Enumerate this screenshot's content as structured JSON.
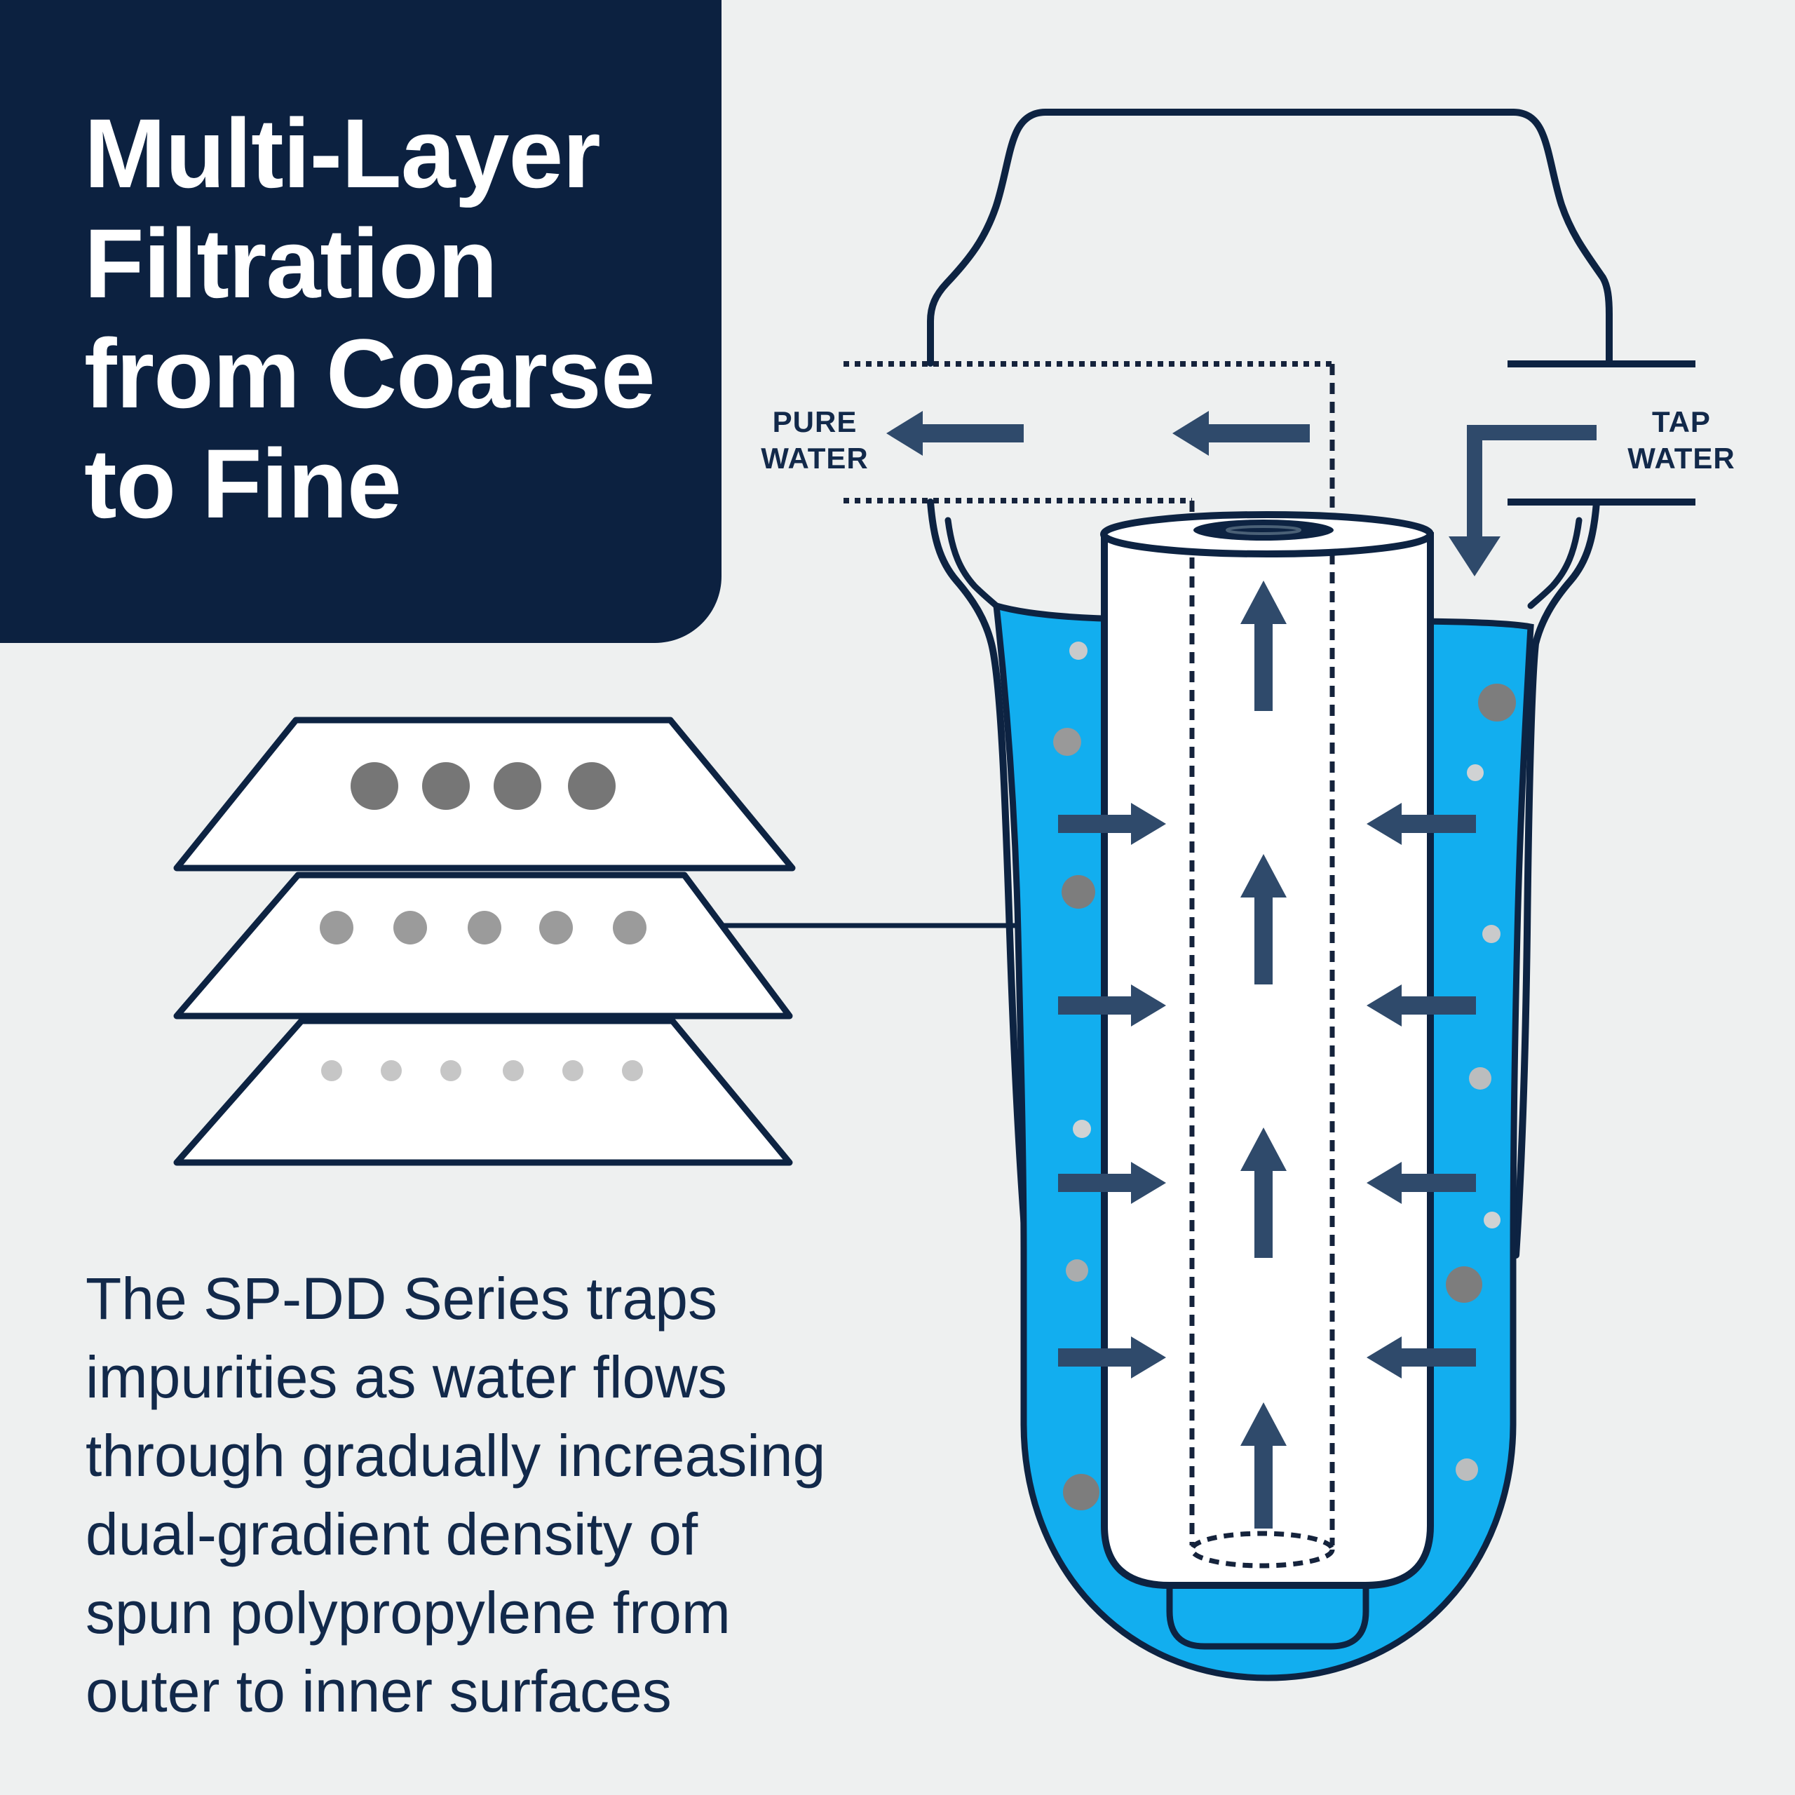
{
  "canvas": {
    "background_color": "#eef0f0"
  },
  "title_panel": {
    "background_color": "#0c2140",
    "text_color": "#ffffff",
    "lines": [
      "Multi-Layer",
      "Filtration",
      "from Coarse",
      "to Fine"
    ]
  },
  "body_text": {
    "color": "#12294a",
    "lines": [
      "The SP-DD Series traps",
      "impurities as water flows",
      "through gradually increasing",
      "dual-gradient density of",
      "spun polypropylene from",
      "outer to inner surfaces"
    ]
  },
  "flow_labels": {
    "pure_water": [
      "PURE",
      "WATER"
    ],
    "tap_water": [
      "TAP",
      "WATER"
    ]
  },
  "diagram": {
    "water_color": "#12aeef",
    "outline_color": "#0d2342",
    "arrow_color": "#2f4a6b",
    "dotted_line_color": "#15233c",
    "layers": [
      {
        "name": "coarse outer layer",
        "particle_count": 4,
        "particle_color": "#767676"
      },
      {
        "name": "medium middle layer",
        "particle_count": 5,
        "particle_color": "#9b9b9b"
      },
      {
        "name": "fine inner layer",
        "particle_count": 6,
        "particle_color": "#c6c6c6"
      }
    ]
  }
}
